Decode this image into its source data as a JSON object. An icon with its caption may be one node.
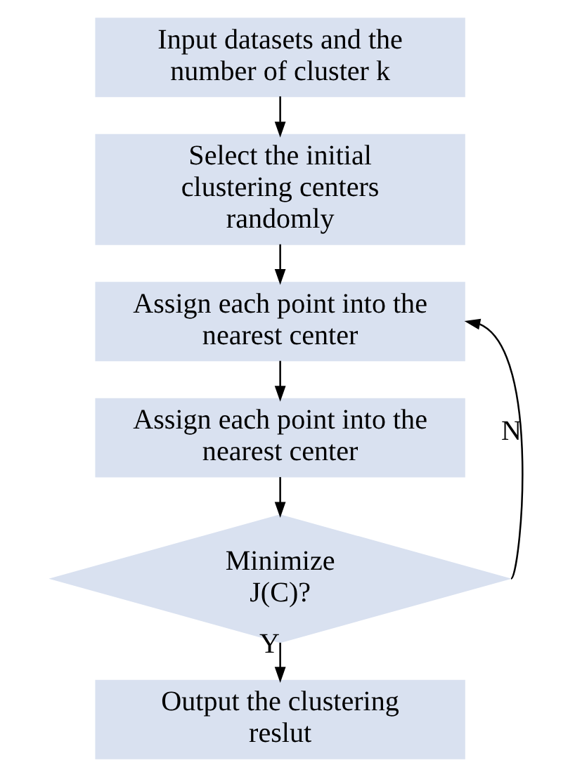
{
  "diagram": {
    "nodes": [
      {
        "text": [
          "Input datasets and the number of cluster k"
        ]
      },
      {
        "text": [
          "Select the initial clustering centers randomly"
        ]
      },
      {
        "text": [
          "Assign each point into the nearest center"
        ]
      },
      {
        "text": [
          "Assign each point into the nearest center"
        ]
      },
      {
        "text": [
          "Minimize J(C)?"
        ]
      },
      {
        "text": [
          "Output the clustering reslut"
        ]
      }
    ],
    "edges": [
      {
        "from": 0,
        "to": 1,
        "arrow": "to"
      },
      {
        "from": 1,
        "to": 2,
        "arrow": "to"
      },
      {
        "from": 2,
        "to": 3,
        "arrow": "to"
      },
      {
        "from": 3,
        "to": 4,
        "arrow": "to"
      },
      {
        "from": 4,
        "to": 5,
        "arrow": "to",
        "label": "Y"
      },
      {
        "from": 4,
        "to": 2,
        "arrow": "to",
        "label": "N"
      }
    ]
  }
}
